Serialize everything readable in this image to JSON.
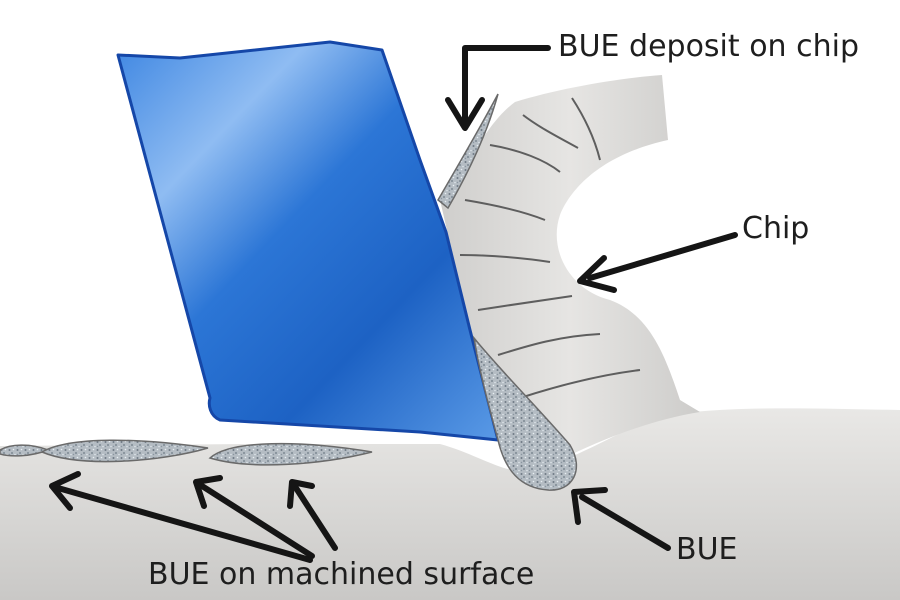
{
  "labels": {
    "bue_deposit_on_chip": "BUE deposit on chip",
    "chip": "Chip",
    "bue": "BUE",
    "bue_on_machined_surface": "BUE on machined surface"
  },
  "colors": {
    "tool_blue": "#1f6fd0",
    "tool_outline": "#1547a8",
    "workpiece_gray": "#d4d3d1",
    "chip_gray": "#d9d8d6",
    "bue_speckle": "#a9b1b8",
    "arrow": "#151515"
  }
}
